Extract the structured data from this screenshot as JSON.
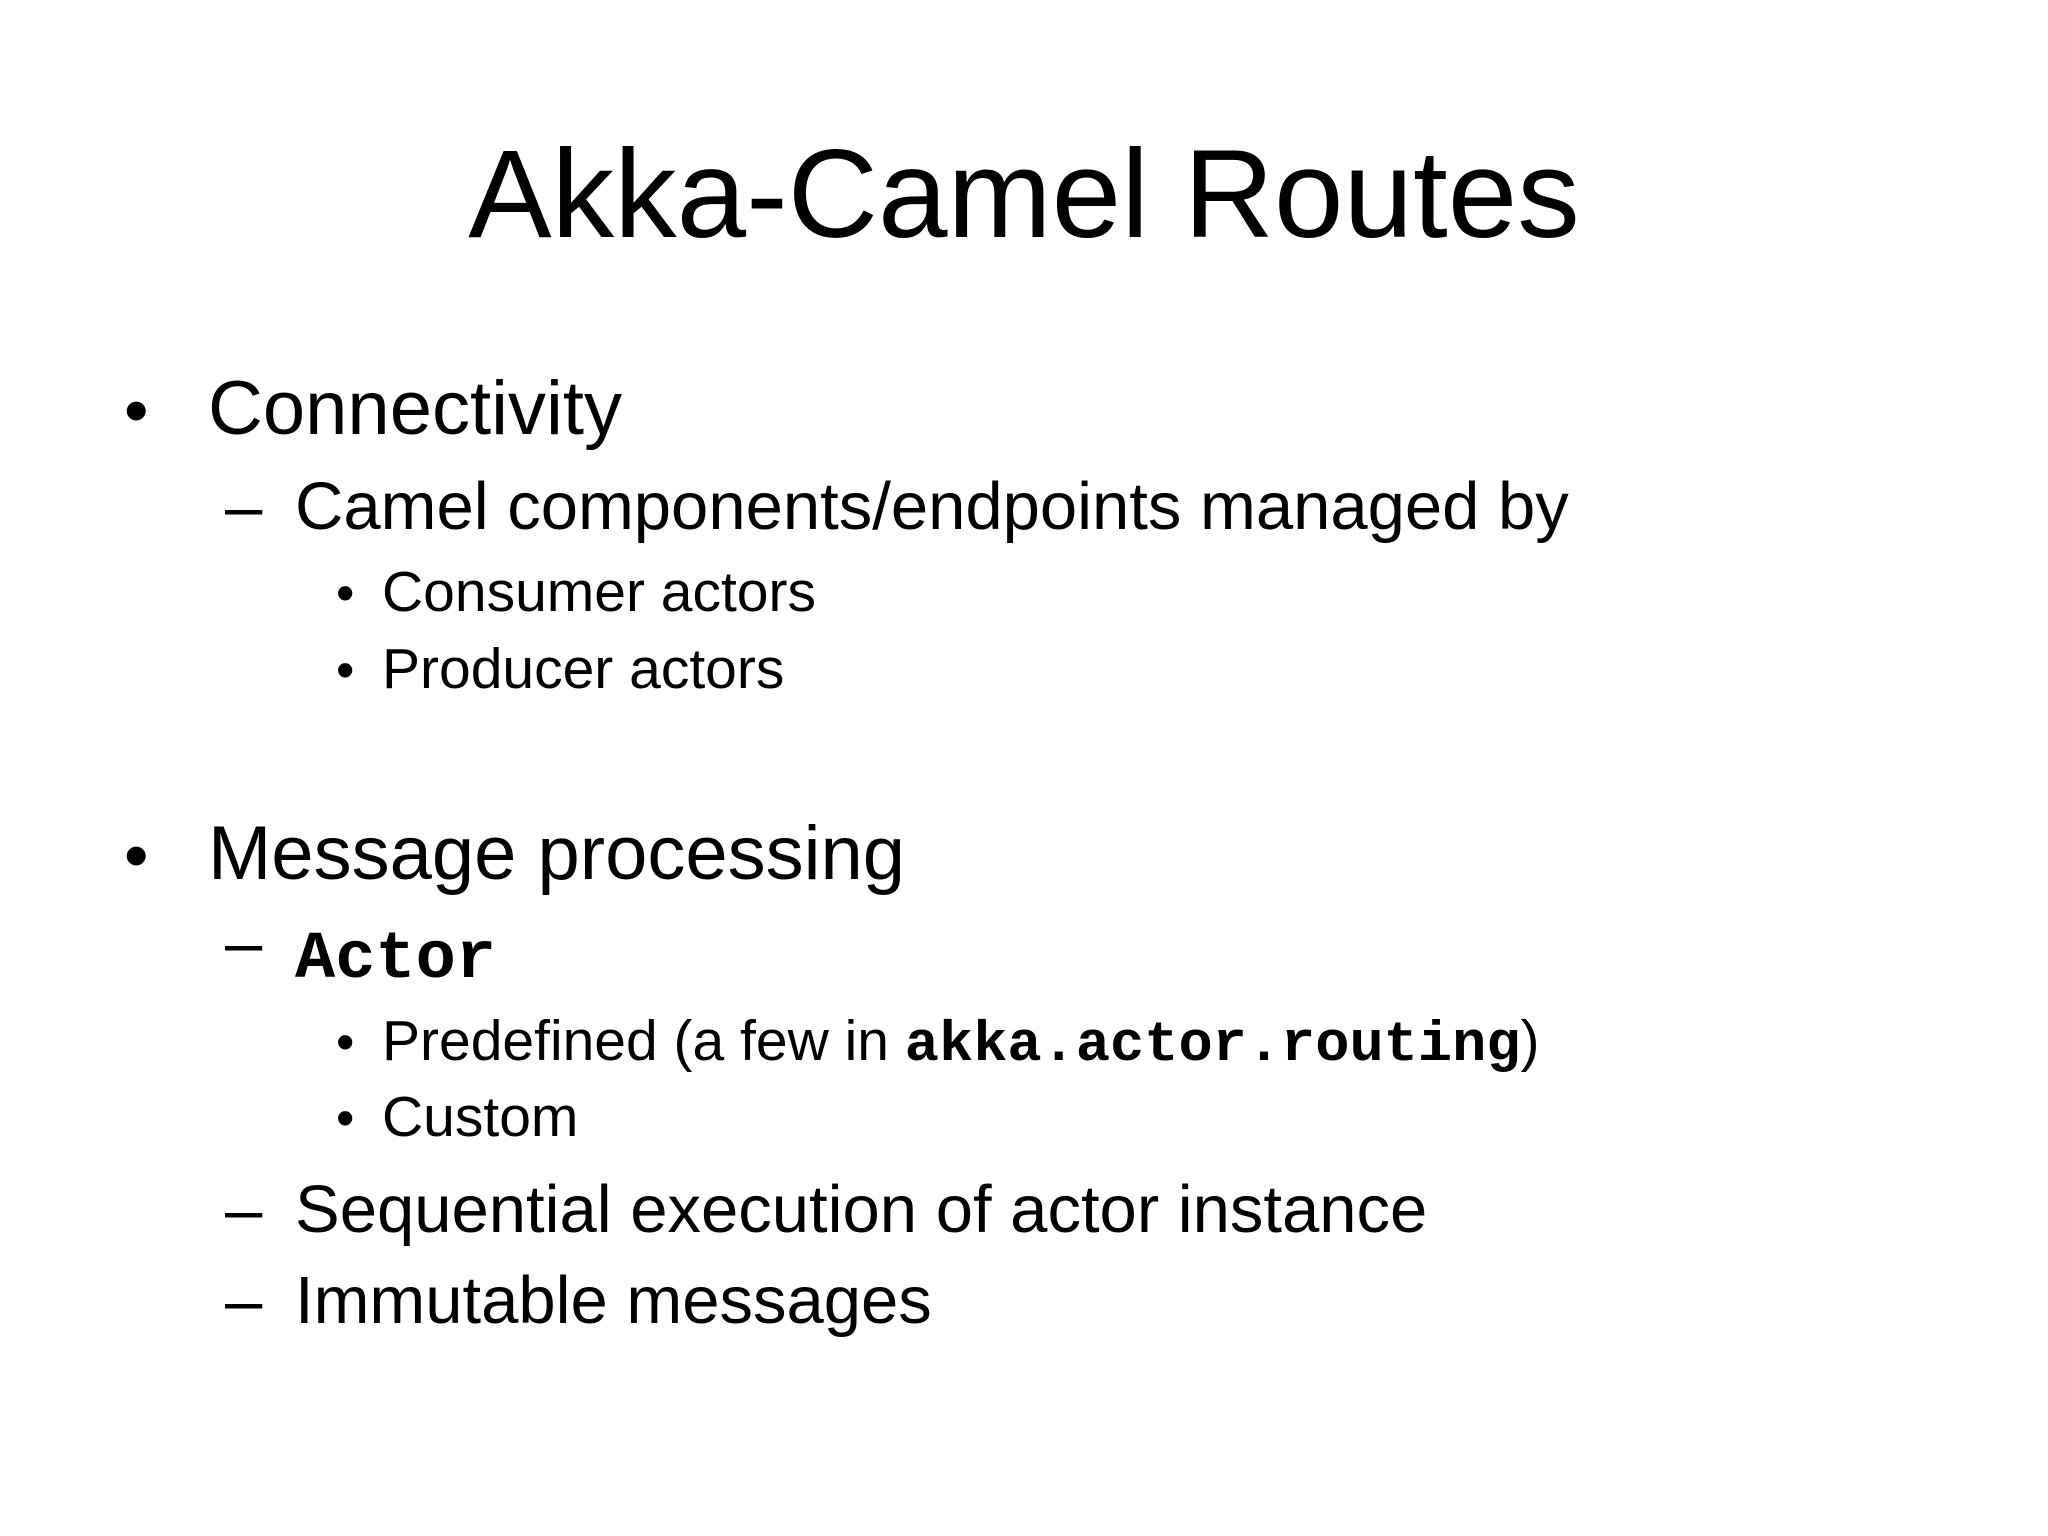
{
  "slide": {
    "title": "Akka-Camel Routes",
    "markers": {
      "dot": "•",
      "dash": "–"
    },
    "bullets": {
      "connectivity": {
        "label": "Connectivity",
        "managed": {
          "label": "Camel components/endpoints managed by",
          "items": [
            "Consumer actors",
            "Producer actors"
          ]
        }
      },
      "message_processing": {
        "label": "Message processing",
        "actor": {
          "label": "Actor",
          "predefined": {
            "prefix": "Predefined (a few in ",
            "code": "akka.actor.routing",
            "suffix": ")"
          },
          "custom": "Custom"
        },
        "sequential": "Sequential execution of actor instance",
        "immutable": "Immutable messages"
      }
    }
  }
}
